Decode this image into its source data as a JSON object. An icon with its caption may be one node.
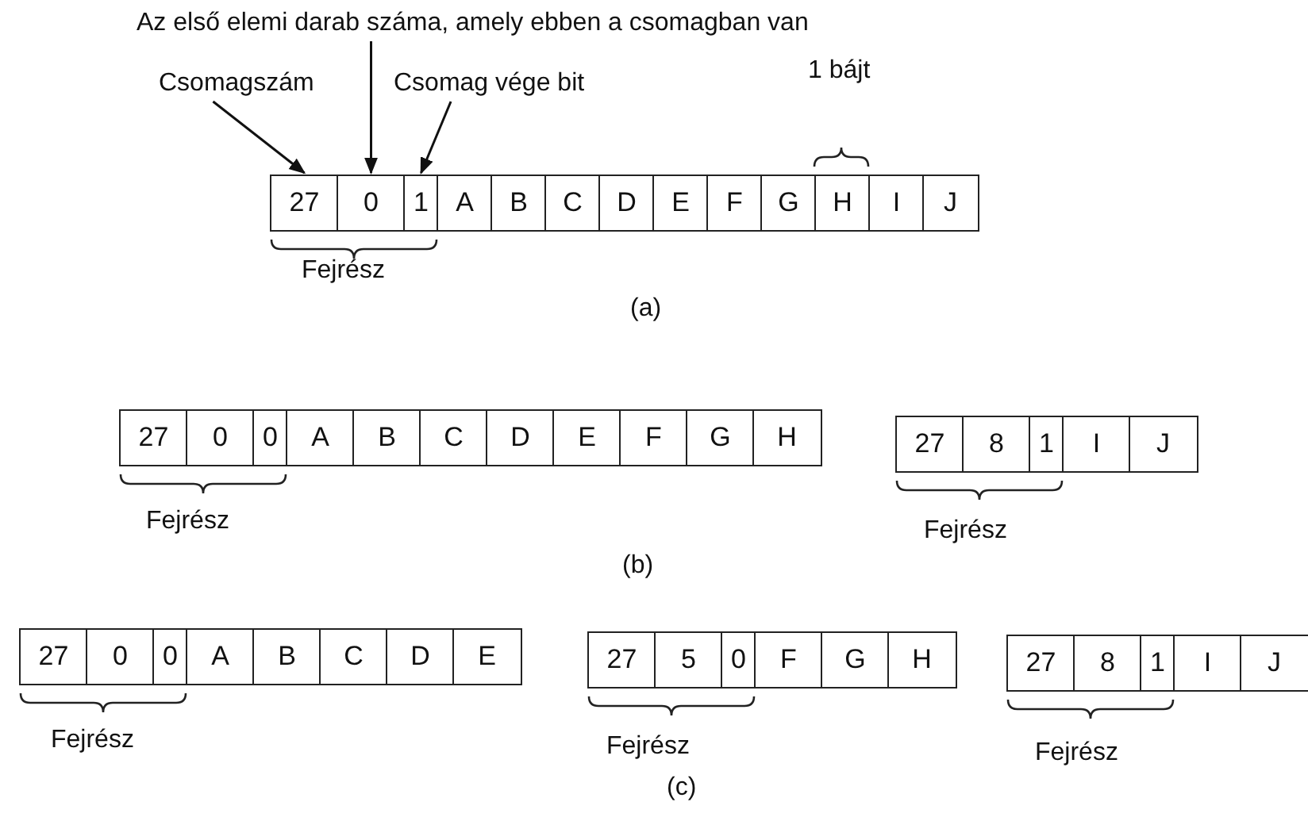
{
  "diagram": {
    "nodes": [
      {
        "text": [
          "Az első elemi darab száma, amely ebben a csomagban van"
        ]
      },
      {
        "text": [
          "Csomagszám"
        ]
      },
      {
        "text": [
          "Csomag vége bit"
        ]
      },
      {
        "text": [
          "27"
        ]
      },
      {
        "text": [
          "0"
        ]
      },
      {
        "text": [
          "1"
        ]
      },
      {
        "text": [
          "A"
        ]
      },
      {
        "text": [
          "B"
        ]
      },
      {
        "text": [
          "C"
        ]
      },
      {
        "text": [
          "D"
        ]
      },
      {
        "text": [
          "E"
        ]
      },
      {
        "text": [
          "F"
        ]
      },
      {
        "text": [
          "G"
        ]
      },
      {
        "text": [
          "H"
        ]
      },
      {
        "text": [
          "I"
        ]
      },
      {
        "text": [
          "J"
        ]
      },
      {
        "text": [
          "27"
        ]
      },
      {
        "text": [
          "0"
        ]
      },
      {
        "text": [
          "0"
        ]
      },
      {
        "text": [
          "A"
        ]
      },
      {
        "text": [
          "B"
        ]
      },
      {
        "text": [
          "C"
        ]
      },
      {
        "text": [
          "D"
        ]
      },
      {
        "text": [
          "E"
        ]
      },
      {
        "text": [
          "F"
        ]
      },
      {
        "text": [
          "G"
        ]
      },
      {
        "text": [
          "H"
        ]
      },
      {
        "text": [
          "27"
        ]
      },
      {
        "text": [
          "8"
        ]
      },
      {
        "text": [
          "1"
        ]
      },
      {
        "text": [
          "I"
        ]
      },
      {
        "text": [
          "J"
        ]
      },
      {
        "text": [
          "27"
        ]
      },
      {
        "text": [
          "0"
        ]
      },
      {
        "text": [
          "0"
        ]
      },
      {
        "text": [
          "A"
        ]
      },
      {
        "text": [
          "B"
        ]
      },
      {
        "text": [
          "C"
        ]
      },
      {
        "text": [
          "D"
        ]
      },
      {
        "text": [
          "E"
        ]
      },
      {
        "text": [
          "27"
        ]
      },
      {
        "text": [
          "5"
        ]
      },
      {
        "text": [
          "0"
        ]
      },
      {
        "text": [
          "F"
        ]
      },
      {
        "text": [
          "G"
        ]
      },
      {
        "text": [
          "H"
        ]
      },
      {
        "text": [
          "27"
        ]
      },
      {
        "text": [
          "8"
        ]
      },
      {
        "text": [
          "1"
        ]
      },
      {
        "text": [
          "I"
        ]
      },
      {
        "text": [
          "J"
        ]
      }
    ],
    "edges": [
      {
        "from": 0,
        "to": 4,
        "arrow": "to"
      },
      {
        "from": 1,
        "to": 3,
        "arrow": "to"
      },
      {
        "from": 2,
        "to": 5,
        "arrow": "to"
      }
    ],
    "labels": [
      "1 bájt",
      "Fejrész",
      "(a)",
      "Fejrész",
      "Fejrész",
      "(b)",
      "Fejrész",
      "Fejrész",
      "Fejrész",
      "(c)"
    ]
  }
}
